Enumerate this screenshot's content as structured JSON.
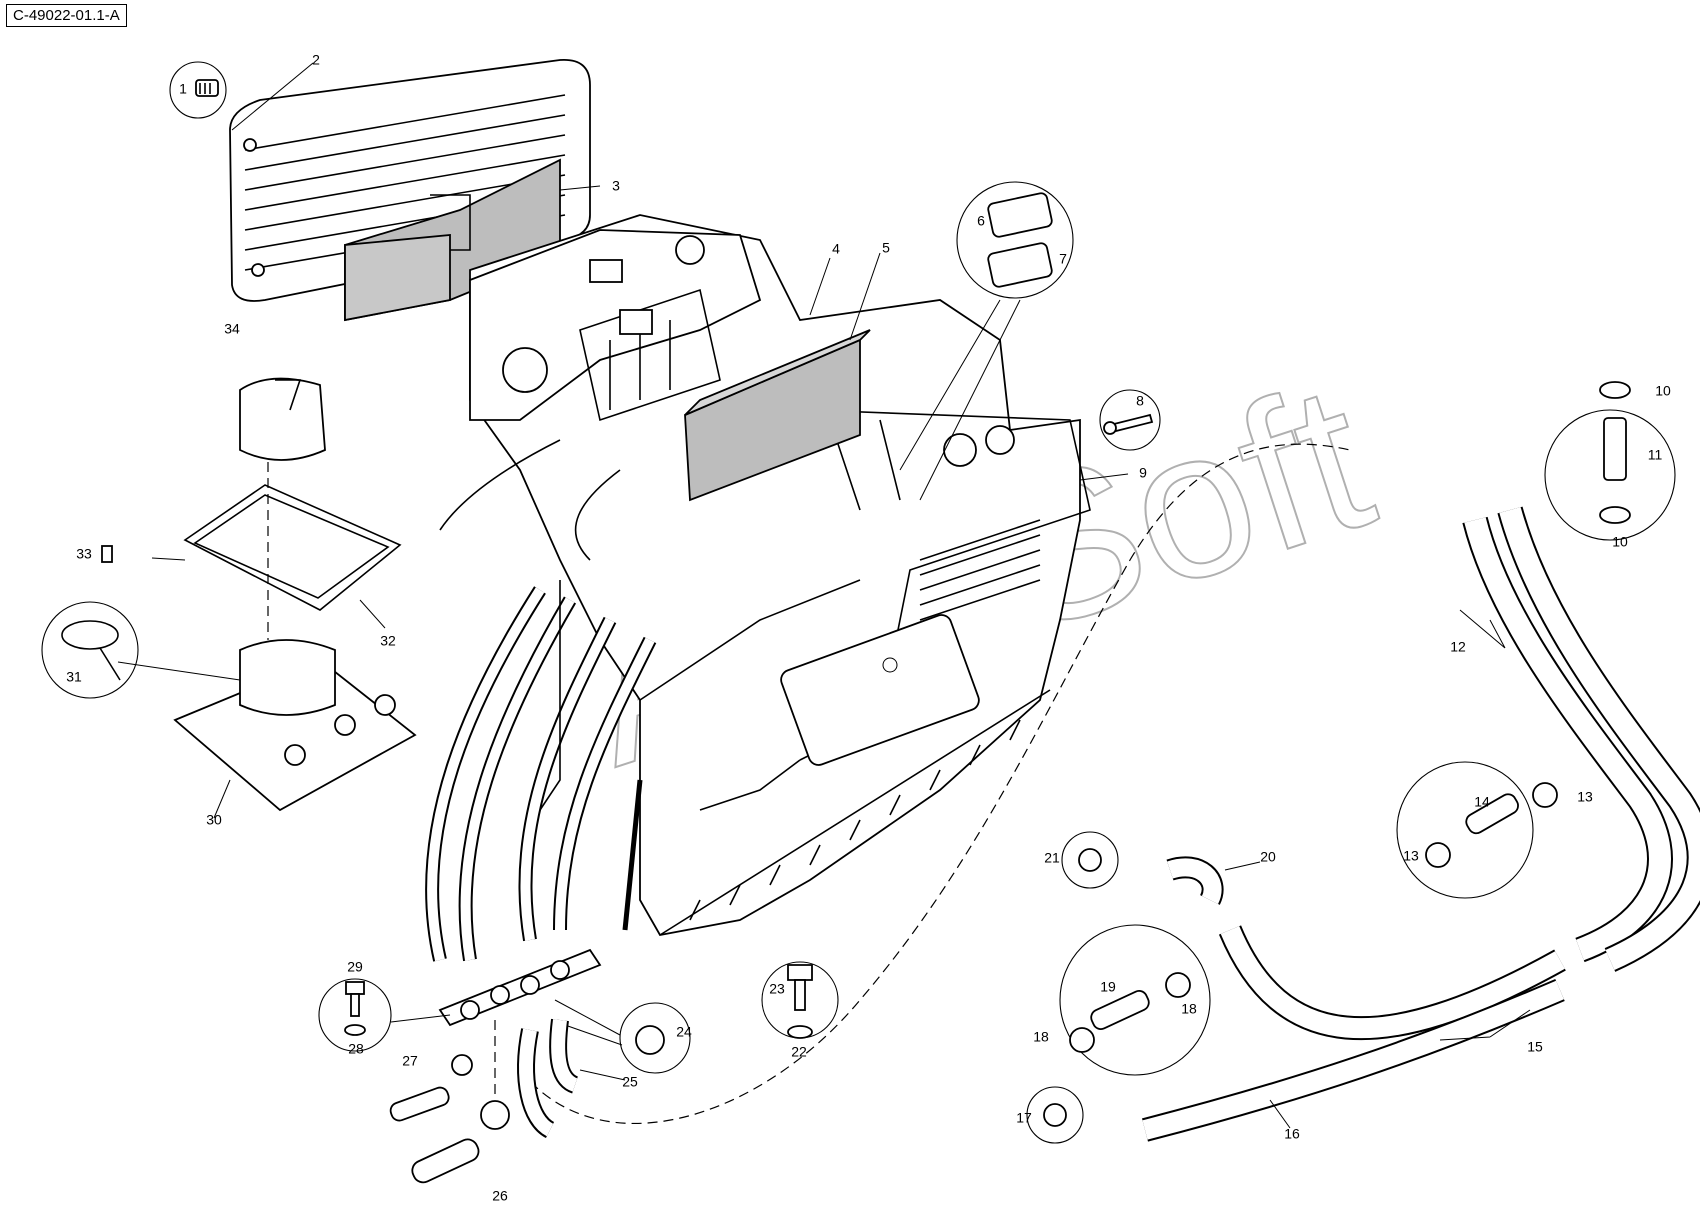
{
  "diagram_id": "C-49022-01.1-A",
  "watermark": "AutoSoft",
  "callouts": {
    "c1": "1",
    "c2": "2",
    "c3": "3",
    "c4": "4",
    "c5": "5",
    "c6": "6",
    "c7": "7",
    "c8": "8",
    "c9": "9",
    "c10a": "10",
    "c10b": "10",
    "c11": "11",
    "c12": "12",
    "c13a": "13",
    "c13b": "13",
    "c14": "14",
    "c15": "15",
    "c16": "16",
    "c17": "17",
    "c18a": "18",
    "c18b": "18",
    "c19": "19",
    "c20": "20",
    "c21": "21",
    "c22": "22",
    "c23": "23",
    "c24": "24",
    "c25": "25",
    "c26": "26",
    "c27": "27",
    "c28": "28",
    "c29": "29",
    "c30": "30",
    "c31": "31",
    "c32": "32",
    "c33": "33",
    "c34": "34"
  }
}
